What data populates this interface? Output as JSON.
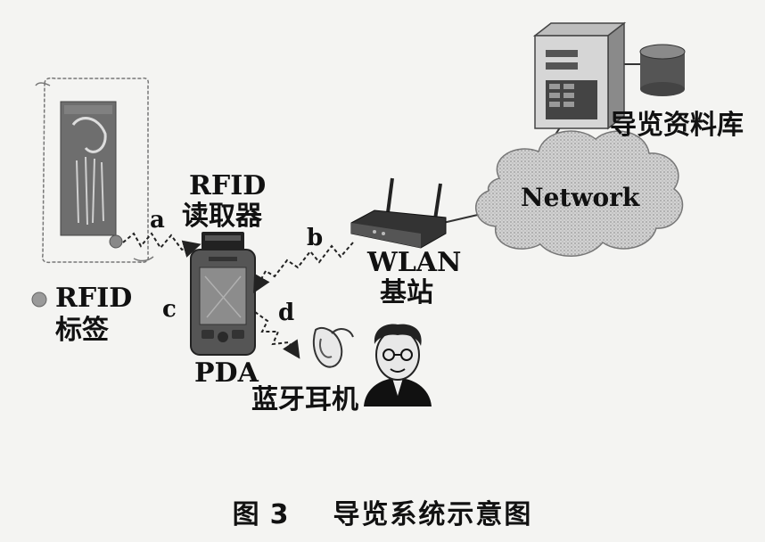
{
  "labels": {
    "database": "导览资料库",
    "network": "Network",
    "rfid_reader_line1": "RFID",
    "rfid_reader_line2": "读取器",
    "rfid_tag_line1": "RFID",
    "rfid_tag_line2": "标签",
    "wlan_line1": "WLAN",
    "wlan_line2": "基站",
    "pda": "PDA",
    "headset": "蓝牙耳机",
    "link_a": "a",
    "link_b": "b",
    "link_c": "c",
    "link_d": "d"
  },
  "caption": {
    "prefix": "图",
    "number": "3",
    "title": "导览系统示意图"
  }
}
